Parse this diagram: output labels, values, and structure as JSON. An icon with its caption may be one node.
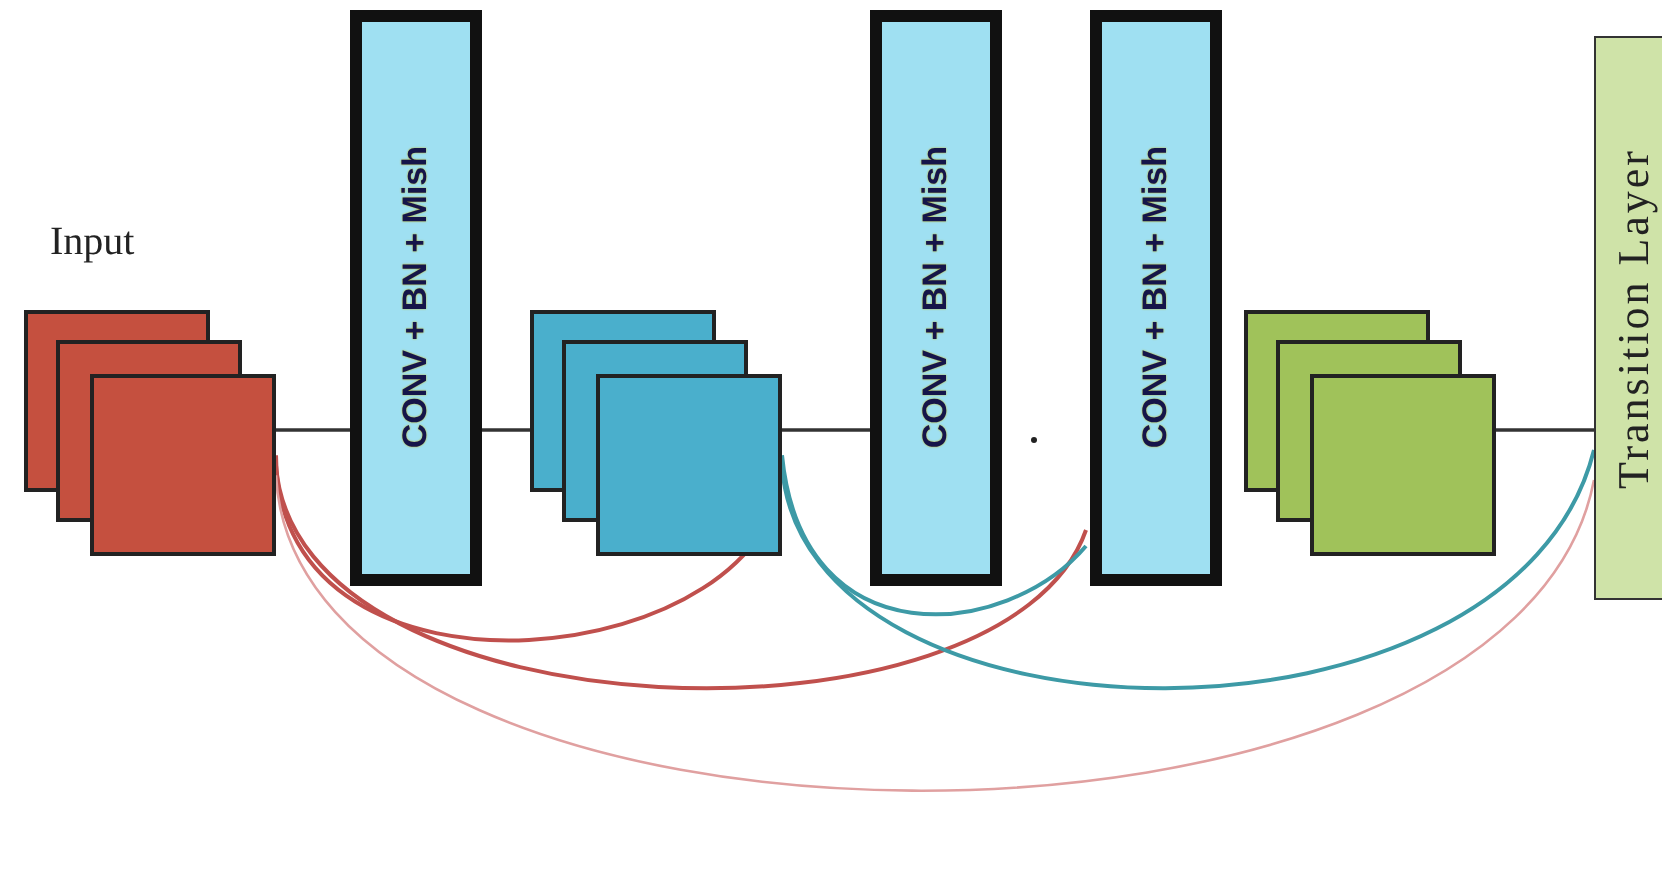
{
  "diagram": {
    "nodes": [
      {
        "text": [
          "Input"
        ]
      },
      {
        "text": [
          "CONV + BN + Mish"
        ]
      },
      {
        "text": [],
        "shape": "box"
      },
      {
        "text": [
          "CONV + BN + Mish"
        ]
      },
      {
        "text": [
          "CONV + BN + Mish"
        ]
      },
      {
        "text": [],
        "shape": "box"
      },
      {
        "text": [
          "Transition Layer"
        ]
      }
    ],
    "edges": [
      {
        "from": 0,
        "to": 1,
        "arrow": "none"
      },
      {
        "from": 1,
        "to": 2,
        "arrow": "none"
      },
      {
        "from": 2,
        "to": 3,
        "arrow": "none"
      },
      {
        "from": 5,
        "to": 6,
        "arrow": "none"
      },
      {
        "from": 0,
        "to": 2,
        "arrow": "none",
        "color": "#c0504d"
      },
      {
        "from": 0,
        "to": 4,
        "arrow": "none",
        "color": "#c0504d"
      },
      {
        "from": 0,
        "to": 6,
        "arrow": "none",
        "color": "#e0a0a0"
      },
      {
        "from": 2,
        "to": 4,
        "arrow": "none",
        "color": "#3d9aa6"
      },
      {
        "from": 2,
        "to": 6,
        "arrow": "none",
        "color": "#3d9aa6"
      }
    ]
  }
}
